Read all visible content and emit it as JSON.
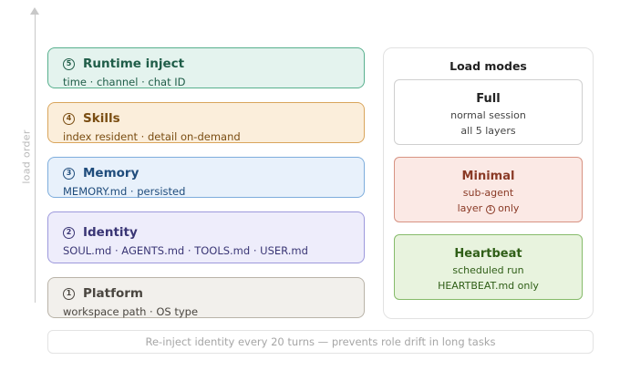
{
  "axis": {
    "label": "load order"
  },
  "layers": [
    {
      "num": "5",
      "title": "Runtime inject",
      "desc": "time · channel · chat ID"
    },
    {
      "num": "4",
      "title": "Skills",
      "desc": "index resident · detail on-demand"
    },
    {
      "num": "3",
      "title": "Memory",
      "desc": "MEMORY.md · persisted"
    },
    {
      "num": "2",
      "title": "Identity",
      "desc": "SOUL.md · AGENTS.md · TOOLS.md · USER.md"
    },
    {
      "num": "1",
      "title": "Platform",
      "desc": "workspace path · OS type"
    }
  ],
  "modes": {
    "title": "Load modes",
    "items": [
      {
        "title": "Full",
        "line1": "normal session",
        "line2": "all 5 layers"
      },
      {
        "title": "Minimal",
        "line1": "sub-agent",
        "line2_prefix": "layer ",
        "line2_num": "1",
        "line2_suffix": " only"
      },
      {
        "title": "Heartbeat",
        "line1": "scheduled run",
        "line2": "HEARTBEAT.md only"
      }
    ]
  },
  "footer": {
    "note": "Re-inject identity every 20 turns — prevents role drift in long tasks"
  },
  "colors": {
    "runtime": "#58b08e",
    "skills": "#d9a55c",
    "memory": "#7eaddc",
    "identity": "#9d99dc",
    "platform": "#b9b3a8",
    "minimal": "#d79383",
    "heartbeat": "#86bb6a"
  }
}
